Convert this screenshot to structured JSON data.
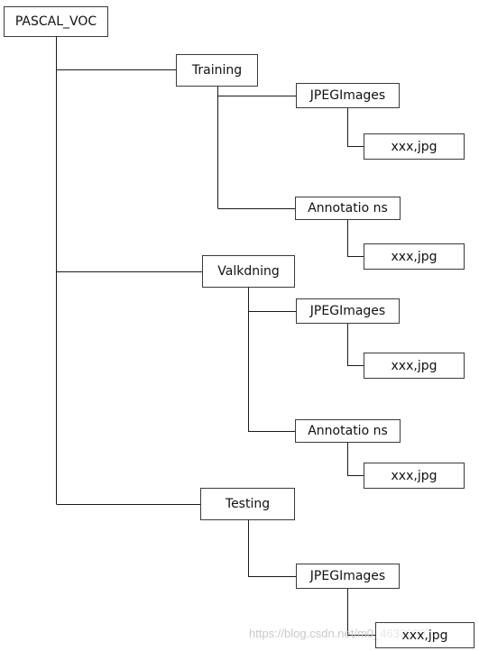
{
  "diagram": {
    "root": "PASCAL_VOC",
    "training": {
      "label": "Training",
      "jpeg_images": "JPEGImages",
      "jpeg_file": "xxx,jpg",
      "annotations": "Annotatio ns",
      "annotations_file": "xxx,jpg"
    },
    "validation": {
      "label": "Valkdning",
      "jpeg_images": "JPEGImages",
      "jpeg_file": "xxx,jpg",
      "annotations": "Annotatio ns",
      "annotations_file": "xxx,jpg"
    },
    "testing": {
      "label": "Testing",
      "jpeg_images": "JPEGImages",
      "jpeg_file": "xxx,jpg"
    }
  },
  "watermark": "https://blog.csdn.net/m0_46329397",
  "colors": {
    "line": "#1a1a1a",
    "box_border": "#3a3a3a",
    "watermark": "#c9c9c9"
  }
}
